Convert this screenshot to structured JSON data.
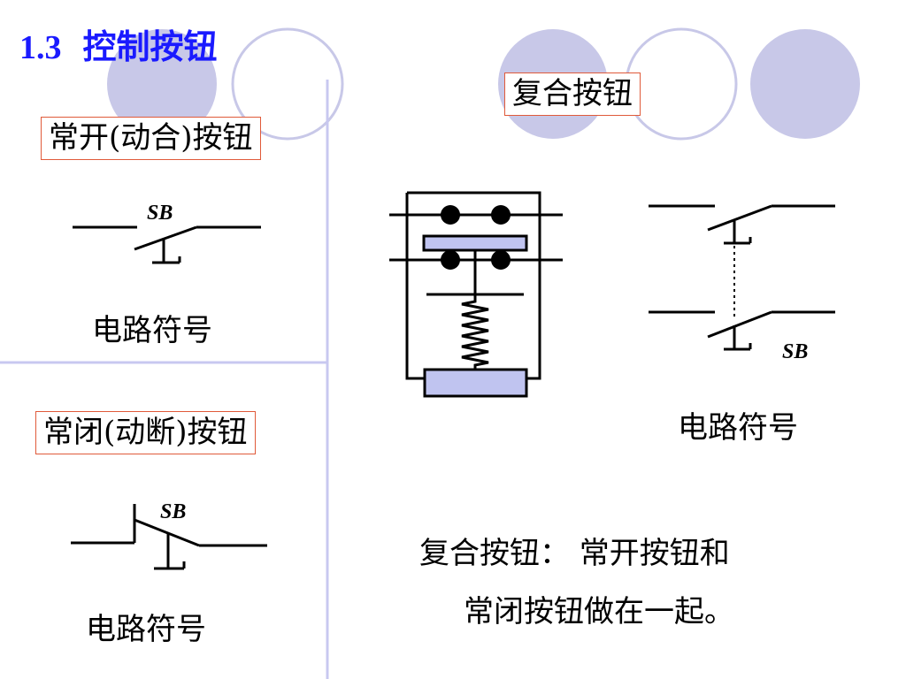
{
  "slide": {
    "number": "1.3",
    "title": "控制按钮",
    "colors": {
      "title": "#1a1aff",
      "box_border": "#e05a3a",
      "divider": "#c8c8f0",
      "circle_fill": "#c8c8e8",
      "circle_stroke": "#c8c8e8",
      "button_fill": "#c0c4f0"
    }
  },
  "left": {
    "no_button": {
      "label": "常开(动合)按钮",
      "symbol_tag": "SB",
      "caption": "电路符号"
    },
    "nc_button": {
      "label": "常闭(动断)按钮",
      "symbol_tag": "SB",
      "caption": "电路符号"
    }
  },
  "right": {
    "composite": {
      "label": "复合按钮",
      "symbol_tag": "SB",
      "caption": "电路符号",
      "description_line1": "复合按钮： 常开按钮和",
      "description_line2": "常闭按钮做在一起。"
    }
  }
}
